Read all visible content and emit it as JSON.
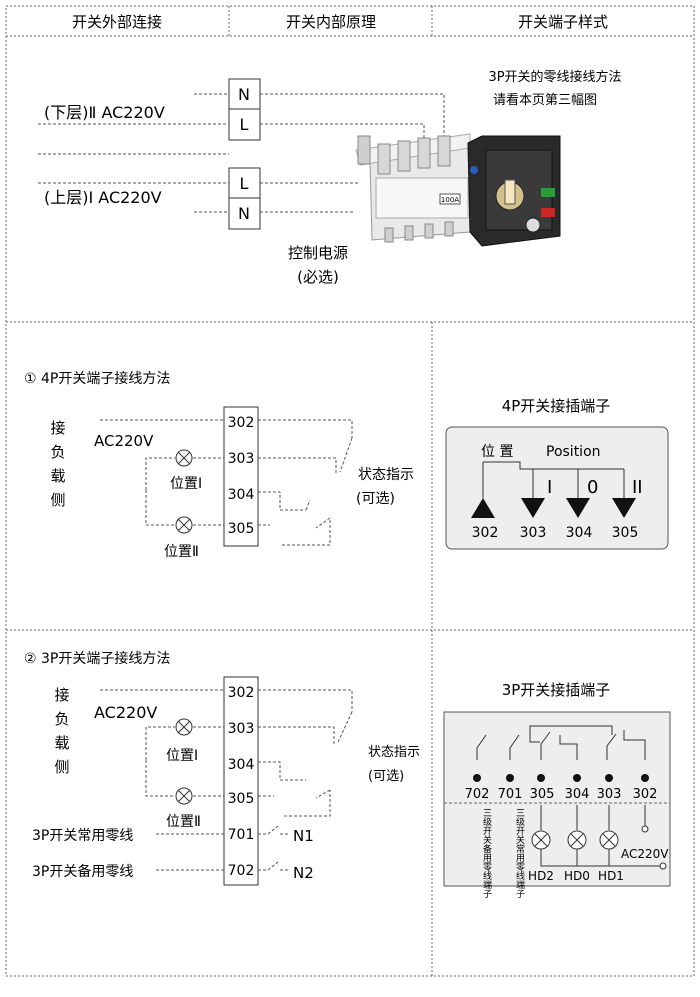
{
  "headers": [
    "开关外部连接",
    "开关内部原理",
    "开关端子样式"
  ],
  "section1": {
    "lower_label": "(下层)Ⅱ AC220V",
    "upper_label": "(上层)Ⅰ AC220V",
    "terminals": [
      "N",
      "L",
      "L",
      "N"
    ],
    "control_power": "控制电源",
    "optional": "(必选)",
    "note_line1": "3P开关的零线接线方法",
    "note_line2": "请看本页第三幅图",
    "product_rating": "100A"
  },
  "section2": {
    "title": "① 4P开关端子接线方法",
    "side_label": [
      "接",
      "负",
      "载",
      "侧"
    ],
    "ac_label": "AC220V",
    "pos1": "位置Ⅰ",
    "pos2": "位置Ⅱ",
    "terminals": [
      "302",
      "303",
      "304",
      "305"
    ],
    "status": "状态指示",
    "status_opt": "(可选)",
    "panel_title": "4P开关接插端子",
    "panel_pos_cn": "位 置",
    "panel_pos_en": "Position",
    "panel_marks": [
      "I",
      "0",
      "II"
    ],
    "panel_terms": [
      "302",
      "303",
      "304",
      "305"
    ]
  },
  "section3": {
    "title": "② 3P开关端子接线方法",
    "side_label": [
      "接",
      "负",
      "载",
      "侧"
    ],
    "ac_label": "AC220V",
    "pos1": "位置Ⅰ",
    "pos2": "位置Ⅱ",
    "terminals": [
      "302",
      "303",
      "304",
      "305",
      "701",
      "702"
    ],
    "neutral1": "3P开关常用零线",
    "neutral2": "3P开关备用零线",
    "n1": "N1",
    "n2": "N2",
    "status": "状态指示",
    "status_opt": "(可选)",
    "panel_title": "3P开关接插端子",
    "panel_terms": [
      "702",
      "701",
      "305",
      "304",
      "303",
      "302"
    ],
    "panel_vtext1": "三级开关备用零线端子",
    "panel_vtext2": "三级开关常用零线端子",
    "panel_ac": "AC220V",
    "panel_hd": [
      "HD2",
      "HD0",
      "HD1"
    ]
  }
}
